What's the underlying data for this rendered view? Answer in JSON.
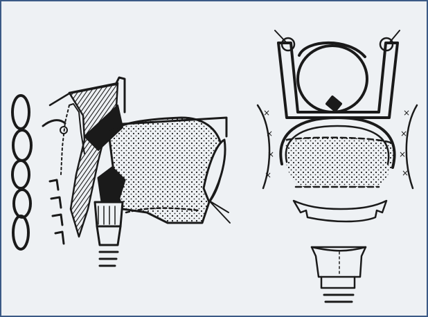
{
  "figure": {
    "ink_color": "#1a1a1a",
    "paper_color": "#eef1f4",
    "border_color": "#3b5a86",
    "panels": [
      {
        "id": "left",
        "depicts": "sagittal-anatomy-drawing"
      },
      {
        "id": "right",
        "depicts": "frontal-anatomy-drawing"
      }
    ]
  }
}
